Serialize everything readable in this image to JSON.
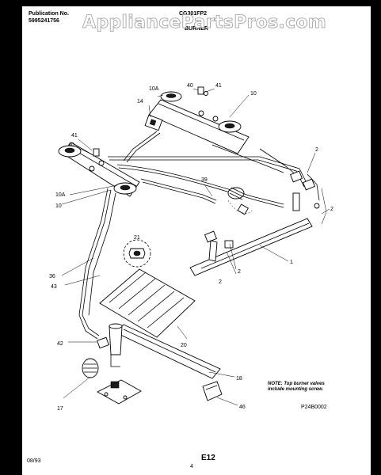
{
  "header": {
    "publication_label": "Publication No.",
    "publication_number": "5995241756",
    "model": "CG301FP2",
    "section": "BURNER",
    "watermark": "AppliancePartsPros.com"
  },
  "callouts": [
    {
      "id": "c-10a-top",
      "text": "10A"
    },
    {
      "id": "c-40-top",
      "text": "40"
    },
    {
      "id": "c-41-top",
      "text": "41"
    },
    {
      "id": "c-10-top",
      "text": "10"
    },
    {
      "id": "c-14",
      "text": "14"
    },
    {
      "id": "c-41-left",
      "text": "41"
    },
    {
      "id": "c-40-left",
      "text": "40"
    },
    {
      "id": "c-2-right",
      "text": "2"
    },
    {
      "id": "c-39",
      "text": "39"
    },
    {
      "id": "c-10a-left",
      "text": "10A"
    },
    {
      "id": "c-10-left",
      "text": "10"
    },
    {
      "id": "c-2-far",
      "text": "2"
    },
    {
      "id": "c-21",
      "text": "21"
    },
    {
      "id": "c-1",
      "text": "1"
    },
    {
      "id": "c-2-mid",
      "text": "2"
    },
    {
      "id": "c-2-low",
      "text": "2"
    },
    {
      "id": "c-36",
      "text": "36"
    },
    {
      "id": "c-43",
      "text": "43"
    },
    {
      "id": "c-20",
      "text": "20"
    },
    {
      "id": "c-42",
      "text": "42"
    },
    {
      "id": "c-18",
      "text": "18"
    },
    {
      "id": "c-17",
      "text": "17"
    },
    {
      "id": "c-46",
      "text": "46"
    }
  ],
  "note": {
    "line1": "NOTE: Top burner valves",
    "line2": "include mounting screw."
  },
  "diagram_code": "P24B0002",
  "footer": {
    "date": "08/93",
    "page": "4",
    "section_code": "E12"
  }
}
